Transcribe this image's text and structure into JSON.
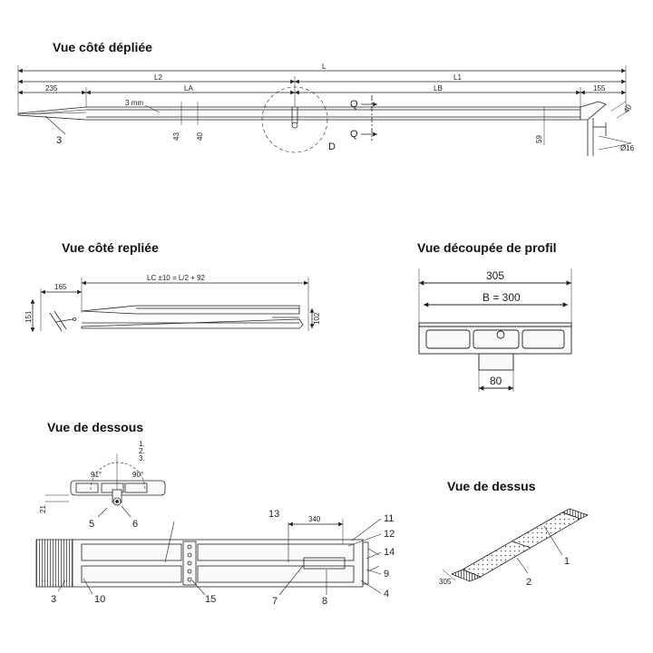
{
  "titles": {
    "side_unfolded": "Vue côté dépliée",
    "side_folded": "Vue côté repliée",
    "profile_cut": "Vue découpée de profil",
    "bottom": "Vue de dessous",
    "top": "Vue de dessus"
  },
  "side_unfolded": {
    "dims": {
      "L": "L",
      "L1": "L1",
      "L2": "L2",
      "LA": "LA",
      "LB": "LB",
      "d235": "235",
      "d155": "155",
      "d3mm": "3 mm",
      "d43": "43",
      "d40a": "40",
      "d59": "59",
      "d40b": "40",
      "d16": "Ø16"
    },
    "labels": {
      "Q_top": "Q",
      "Q_bottom": "Q",
      "D": "D",
      "n3": "3"
    }
  },
  "side_folded": {
    "dims": {
      "d165": "165",
      "LC": "LC ±10 = L/2 + 92",
      "d151": "151",
      "d102": "102"
    }
  },
  "profile_cut": {
    "dims": {
      "d305": "305",
      "B": "B = 300",
      "d80": "80"
    }
  },
  "bottom_view": {
    "angles": {
      "a91": "91°",
      "a90": "90°"
    },
    "steps": {
      "s1": "1.",
      "s2": "2.",
      "s3": "3."
    },
    "dims": {
      "d21": "21",
      "d340": "340"
    },
    "callouts": {
      "n5": "5",
      "n6": "6",
      "n3": "3",
      "n10": "10",
      "n15": "15",
      "n7": "7",
      "n8": "8",
      "n4": "4",
      "n9": "9",
      "n14": "14",
      "n12": "12",
      "n11": "11",
      "n13": "13"
    }
  },
  "top_view": {
    "dims": {
      "d305": "305"
    },
    "callouts": {
      "n1": "1",
      "n2": "2"
    }
  }
}
